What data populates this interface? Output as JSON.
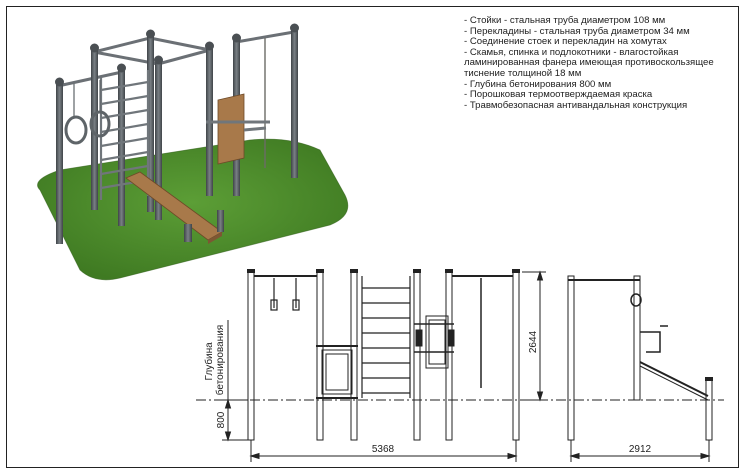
{
  "specs": [
    "- Стойки - стальная труба диаметром 108 мм",
    "- Перекладины - стальная труба диаметром 34 мм",
    "- Соединение стоек и перекладин на хомутах",
    "- Скамья, спинка и подлокотники - влагостойкая ламинированная фанера имеющая противоскользящее тиснение толщиной 18 мм",
    "- Глубина бетонирования 800 мм",
    "- Порошковая термоотверждаемая краска",
    "- Травмобезопасная антивандальная конструкция"
  ],
  "dimensions": {
    "front_width": "5368",
    "side_width": "2912",
    "height": "2644",
    "depth": "800",
    "depth_label": "Глубина бетонирования"
  },
  "colors": {
    "grass": "#4f8f2c",
    "grass_dark": "#3d7421",
    "post": "#5a5f63",
    "wood": "#a8794a",
    "line": "#222222"
  }
}
